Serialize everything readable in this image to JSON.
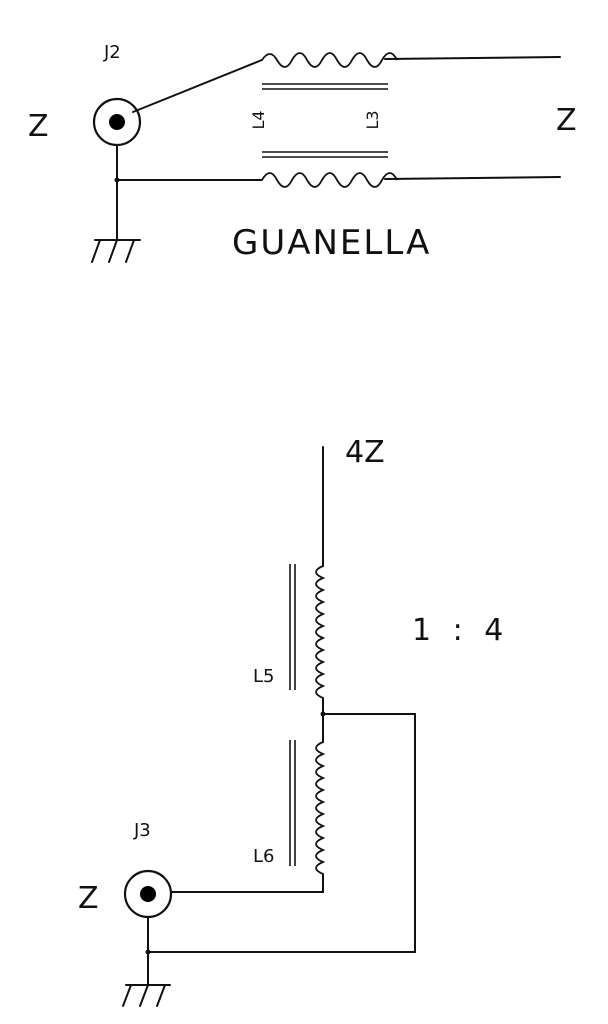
{
  "guanella": {
    "title": "GUANELLA",
    "connector": "J2",
    "left_impedance": "Z",
    "right_impedance": "Z",
    "upper_winding": "L4",
    "lower_winding": "L3"
  },
  "autotransformer": {
    "output_impedance": "4Z",
    "ratio": "1 : 4",
    "upper_winding": "L5",
    "lower_winding": "L6",
    "connector": "J3",
    "input_impedance": "Z"
  }
}
